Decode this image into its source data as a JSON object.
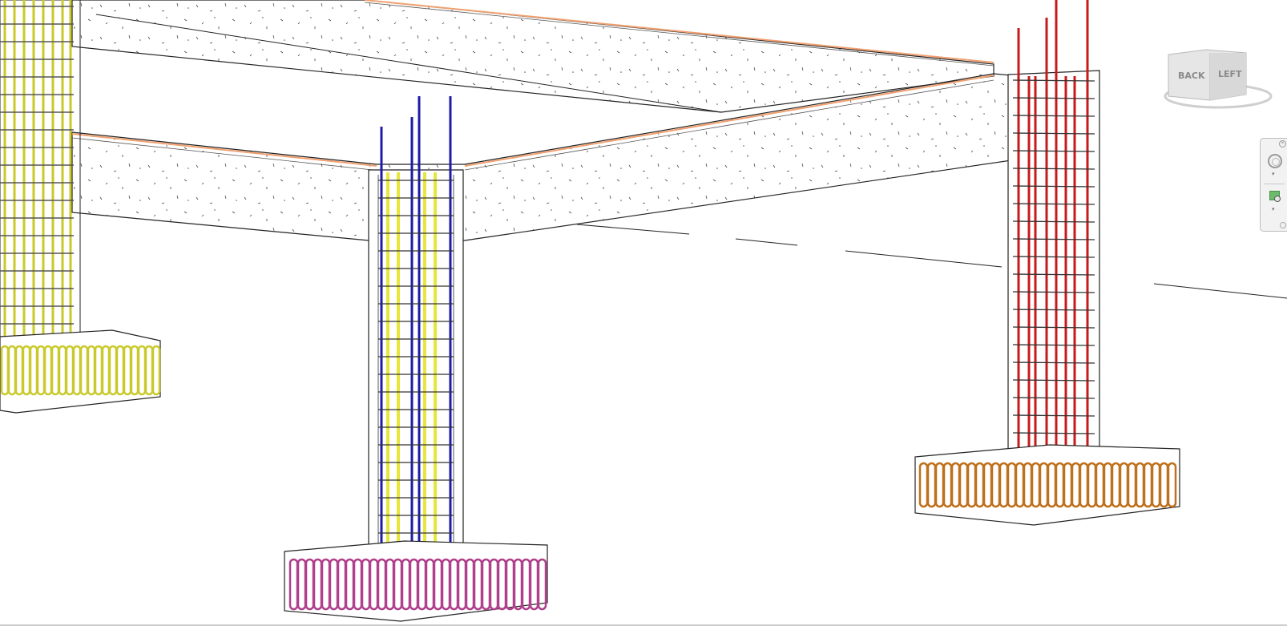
{
  "view": {
    "type": "3D view - structural rebar model",
    "background": "#ffffff"
  },
  "viewcube": {
    "face_back": "BACK",
    "face_left": "LEFT"
  },
  "navigation_bar": {
    "close_icon": "close-icon",
    "wheel_icon": "steering-wheel-icon",
    "zoom_icon": "zoom-region-icon"
  },
  "colors": {
    "rebar_left": "#e8e83a",
    "rebar_middle_bars": "#1c1ca8",
    "rebar_middle_ties": "#e6e63c",
    "rebar_right": "#c81a1a",
    "footing_middle": "#b0408c",
    "footing_right": "#c0701a",
    "footing_left": "#d4d43a",
    "concrete_edge": "#222222",
    "beam_stripe": "#f0a070"
  }
}
